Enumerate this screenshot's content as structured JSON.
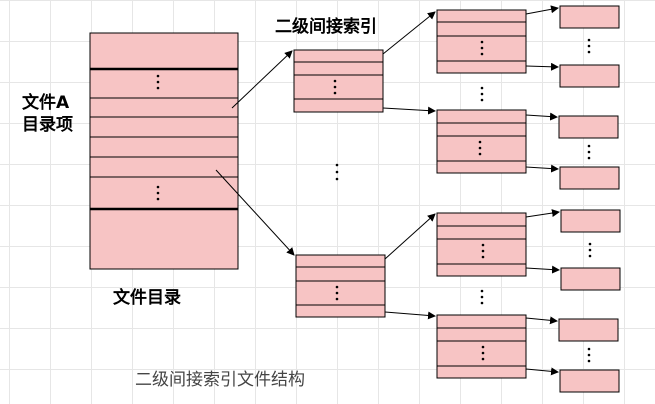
{
  "labels": {
    "file_a_line1": "文件A",
    "file_a_line2": "目录项",
    "file_directory": "文件目录",
    "secondary_index": "二级间接索引",
    "caption": "二级间接索引文件结构"
  },
  "colors": {
    "block_fill": "#f7c4c4",
    "stroke": "#000000"
  }
}
